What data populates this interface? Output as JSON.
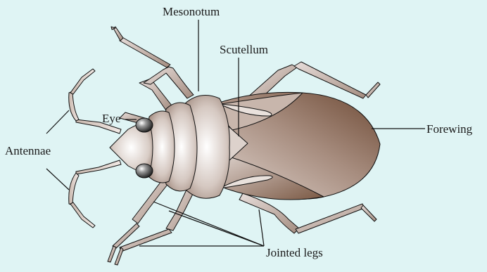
{
  "diagram": {
    "labels": {
      "mesonotum": "Mesonotum",
      "scutellum": "Scutellum",
      "eye": "Eye",
      "antennae": "Antennae",
      "forewing": "Forewing",
      "jointed_legs": "Jointed legs"
    }
  },
  "colors": {
    "background": "#dff4f4",
    "body_light": "#f2eeec",
    "body_mid": "#b9a49b",
    "body_dark": "#7a5a45",
    "outline": "#111111",
    "leader_line": "#111111"
  }
}
